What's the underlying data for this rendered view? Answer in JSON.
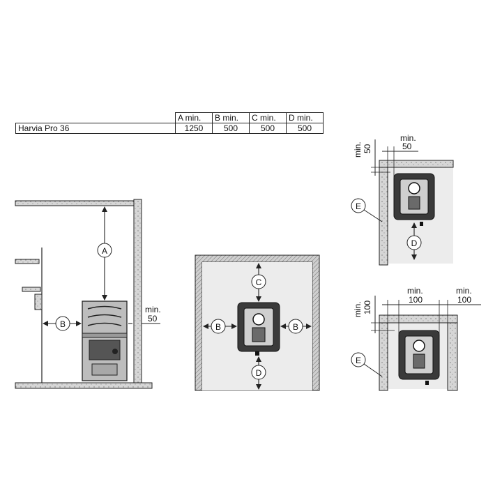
{
  "table": {
    "headers": [
      "A min.",
      "B min.",
      "C min.",
      "D min."
    ],
    "rows": [
      {
        "model": "Harvia Pro 36",
        "values": [
          "1250",
          "500",
          "500",
          "500"
        ]
      }
    ]
  },
  "labels": {
    "A": "A",
    "B": "B",
    "C": "C",
    "D": "D",
    "E": "E",
    "min": "min.",
    "v50": "50",
    "v100": "100"
  },
  "colors": {
    "line": "#222222",
    "wall_fill": "#dcdcdc",
    "floor_fill": "#ededed",
    "stove_dark": "#3a3a3a"
  }
}
